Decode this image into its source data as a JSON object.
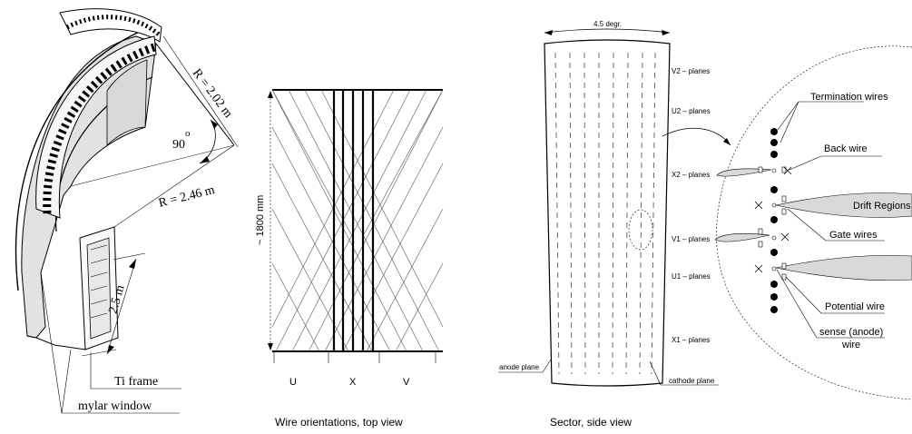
{
  "left_panel": {
    "r_outer": "R = 2.46 m",
    "r_inner": "R = 2.02 m",
    "angle_value": "90",
    "angle_unit": "o",
    "height": "2.5 m",
    "ti_frame": "Ti frame",
    "mylar_window": "mylar window"
  },
  "middle_panel": {
    "length": "~ 1800 mm",
    "col_u": "U",
    "col_x": "X",
    "col_v": "V",
    "caption": "Wire orientations, top view"
  },
  "right_panel": {
    "angle": "4.5  degr.",
    "planes": [
      "V2 – planes",
      "U2 – planes",
      "X2 – planes",
      "V1 – planes",
      "U1 – planes",
      "X1 – planes"
    ],
    "anode_plane": "anode plane",
    "cathode_plane": "cathode plane",
    "caption": "Sector, side view"
  },
  "detail": {
    "termination_wires": "Termination wires",
    "back_wire": "Back wire",
    "drift_regions": "Drift Regions",
    "gate_wires": "Gate wires",
    "potential_wire": "Potential wire",
    "sense_line1": "sense (anode)",
    "sense_line2": "wire"
  }
}
